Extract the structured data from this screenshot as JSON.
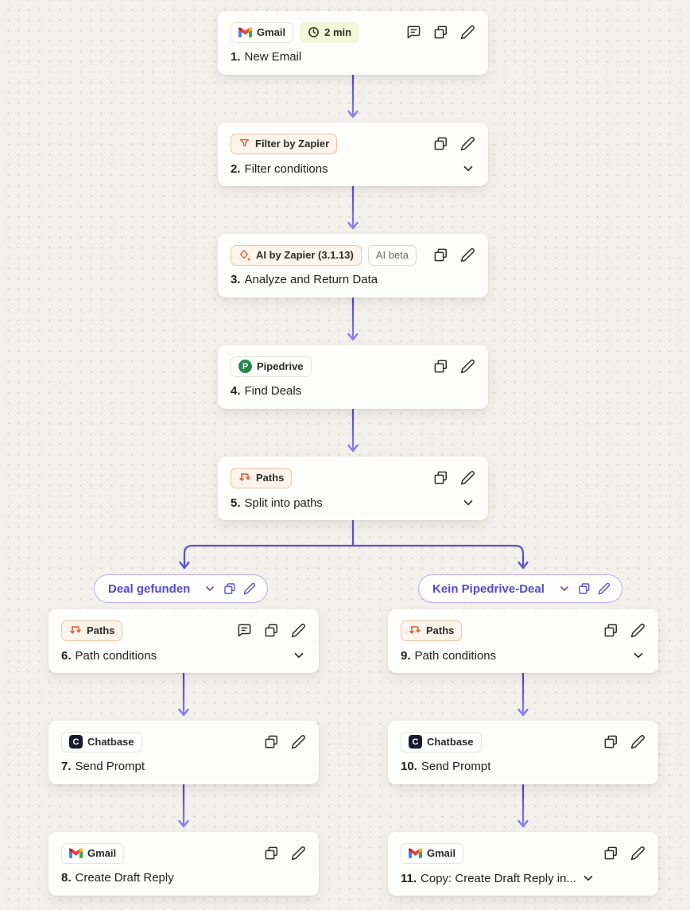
{
  "workflow": {
    "branch_labels": [
      "Deal gefunden",
      "Kein Pipedrive-Deal"
    ]
  },
  "nodes": [
    {
      "app": "Gmail",
      "time": "2 min",
      "number": "1.",
      "title": "New Email"
    },
    {
      "app": "Filter by Zapier",
      "number": "2.",
      "title": "Filter conditions"
    },
    {
      "app": "AI by Zapier (3.1.13)",
      "beta": "AI beta",
      "number": "3.",
      "title": "Analyze and Return Data"
    },
    {
      "app": "Pipedrive",
      "number": "4.",
      "title": "Find Deals"
    },
    {
      "app": "Paths",
      "number": "5.",
      "title": "Split into paths"
    },
    {
      "app": "Paths",
      "number": "6.",
      "title": "Path conditions"
    },
    {
      "app": "Chatbase",
      "number": "7.",
      "title": "Send Prompt"
    },
    {
      "app": "Gmail",
      "number": "8.",
      "title": "Create Draft Reply"
    },
    {
      "app": "Paths",
      "number": "9.",
      "title": "Path conditions"
    },
    {
      "app": "Chatbase",
      "number": "10.",
      "title": "Send Prompt"
    },
    {
      "app": "Gmail",
      "number": "11.",
      "title": "Copy: Create Draft Reply in..."
    }
  ],
  "icons": {
    "pipedrive_letter": "P",
    "chatbase_letter": "C"
  },
  "colors": {
    "accent_purple": "#5c52cd",
    "builtin_orange": "#e05f38",
    "canvas_bg": "#f3f1eb",
    "card_bg": "#fdfdfb",
    "time_badge_bg": "#f2f8d7"
  }
}
